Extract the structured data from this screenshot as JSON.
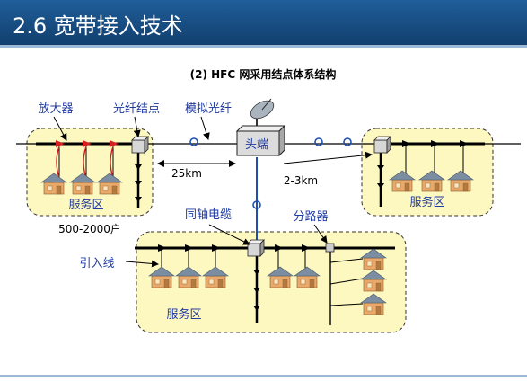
{
  "slide": {
    "title": "2.6 宽带接入技术",
    "diagram_title": "(2) HFC 网采用结点体系结构"
  },
  "labels": {
    "amplifier": "放大器",
    "fiber_node": "光纤结点",
    "analog_fiber": "模拟光纤",
    "headend": "头端",
    "distance_far": "25km",
    "distance_near": "2-3km",
    "service_area": "服务区",
    "households": "500-2000户",
    "coax_cable": "同轴电缆",
    "splitter": "分路器",
    "drop_cable": "引入线"
  },
  "colors": {
    "title_bar": "#1a5490",
    "label_blue": "#1f3aa0",
    "service_area_fill": "#fdf7c0",
    "service_area_border": "#333333",
    "fiber_link": "#1f4fb0",
    "house_wall": "#e9a96a",
    "house_roof": "#7b8da0",
    "amp_red": "#d42020"
  }
}
